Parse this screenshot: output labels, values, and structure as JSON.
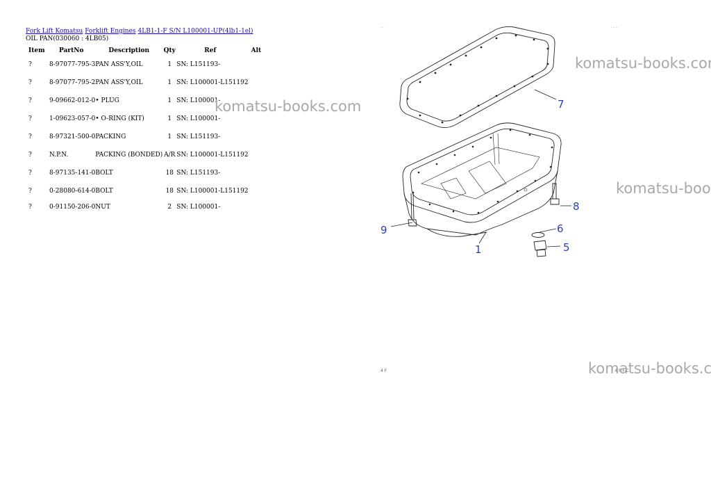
{
  "breadcrumb": {
    "links": [
      "Fork Lift Komatsu",
      "Forklift Engines",
      "4LB1-1-F S/N L100001-UP(4lb1-1el)"
    ]
  },
  "subtitle": "OIL PAN(030060 : 4LB05)",
  "table": {
    "headers": [
      "Item",
      "PartNo",
      "Description",
      "Qty",
      "Ref",
      "Alt"
    ],
    "rows": [
      {
        "item": "?",
        "partno": "8-97077-795-3",
        "desc": "PAN ASS'Y,OIL",
        "qty": "1",
        "ref": "SN: L151193-",
        "alt": ""
      },
      {
        "item": "?",
        "partno": "8-97077-795-2",
        "desc": "PAN ASS'Y,OIL",
        "qty": "1",
        "ref": "SN: L100001-L151192",
        "alt": ""
      },
      {
        "item": "?",
        "partno": "9-09662-012-0",
        "desc": "• PLUG",
        "qty": "1",
        "ref": "SN: L100001-",
        "alt": ""
      },
      {
        "item": "?",
        "partno": "1-09623-057-0",
        "desc": "• O-RING (KIT)",
        "qty": "1",
        "ref": "SN: L100001-",
        "alt": ""
      },
      {
        "item": "?",
        "partno": "8-97321-500-0",
        "desc": "PACKING",
        "qty": "1",
        "ref": "SN: L151193-",
        "alt": ""
      },
      {
        "item": "?",
        "partno": "N.P.N.",
        "desc": "PACKING (BONDED)",
        "qty": "A/R",
        "ref": "SN: L100001-L151192",
        "alt": ""
      },
      {
        "item": "?",
        "partno": "8-97135-141-0",
        "desc": "BOLT",
        "qty": "18",
        "ref": "SN: L151193-",
        "alt": ""
      },
      {
        "item": "?",
        "partno": "0-28080-614-0",
        "desc": "BOLT",
        "qty": "18",
        "ref": "SN: L100001-L151192",
        "alt": ""
      },
      {
        "item": "?",
        "partno": "0-91150-206-0",
        "desc": "NUT",
        "qty": "2",
        "ref": "SN: L100001-",
        "alt": ""
      }
    ]
  },
  "watermarks": [
    "komatsu-books.com",
    "komatsu-books.com",
    "komatsu-books.com",
    "komatsu-books.com"
  ],
  "diagram": {
    "callouts": [
      "7",
      "8",
      "6",
      "5",
      "9",
      "1"
    ],
    "corner_marks": [
      "4 F",
      "F 4 F F C"
    ]
  },
  "colors": {
    "link": "#1a0dab",
    "callout": "#2a3fb8",
    "watermark": "#a8a8a8"
  }
}
